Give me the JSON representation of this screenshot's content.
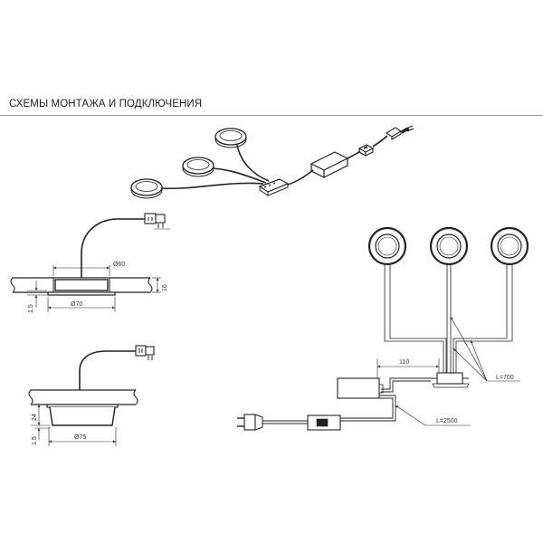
{
  "title": "СХЕМЫ МОНТАЖА И ПОДКЛЮЧЕНИЯ",
  "diagram1": {
    "cutout_label": "Ø60",
    "outer_label": "Ø70",
    "height_label": "16",
    "surface_label": "1,5"
  },
  "diagram2": {
    "outer_label": "Ø75",
    "height_label": "24",
    "surface_label": "1,5"
  },
  "wiring": {
    "lamp_lead_label": "L=700",
    "driver_distance_label": "110",
    "mains_lead_label": "L=2500"
  }
}
